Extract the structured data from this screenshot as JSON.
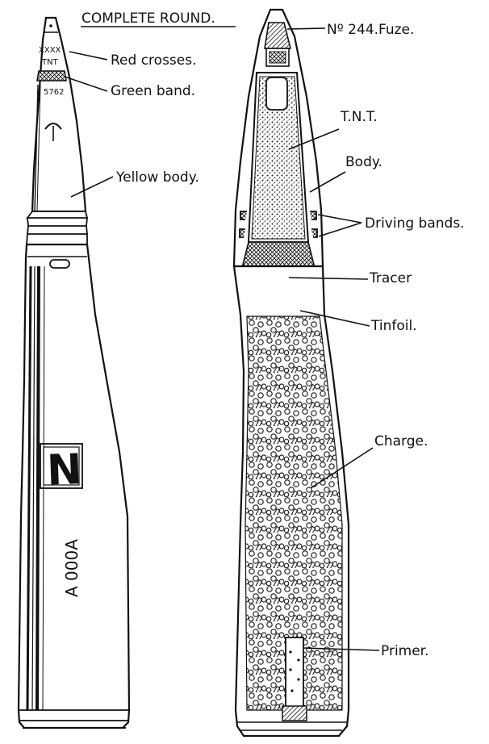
{
  "title": "COMPLETE ROUND.",
  "left_labels": {
    "red_crosses": "Red crosses.",
    "green_band": "Green band.",
    "yellow_body": "Yellow body."
  },
  "right_labels": {
    "fuze": "Nº 244.Fuze.",
    "tnt": "T.N.T.",
    "body": "Body.",
    "driving_bands": "Driving bands.",
    "tracer": "Tracer",
    "tinfoil": "Tinfoil.",
    "charge": "Charge.",
    "primer": "Primer."
  },
  "shell_markings": {
    "crosses": "XXXX",
    "tnt": "TNT",
    "lot": "5762",
    "case_text": "A 000A",
    "case_logo": "N"
  }
}
